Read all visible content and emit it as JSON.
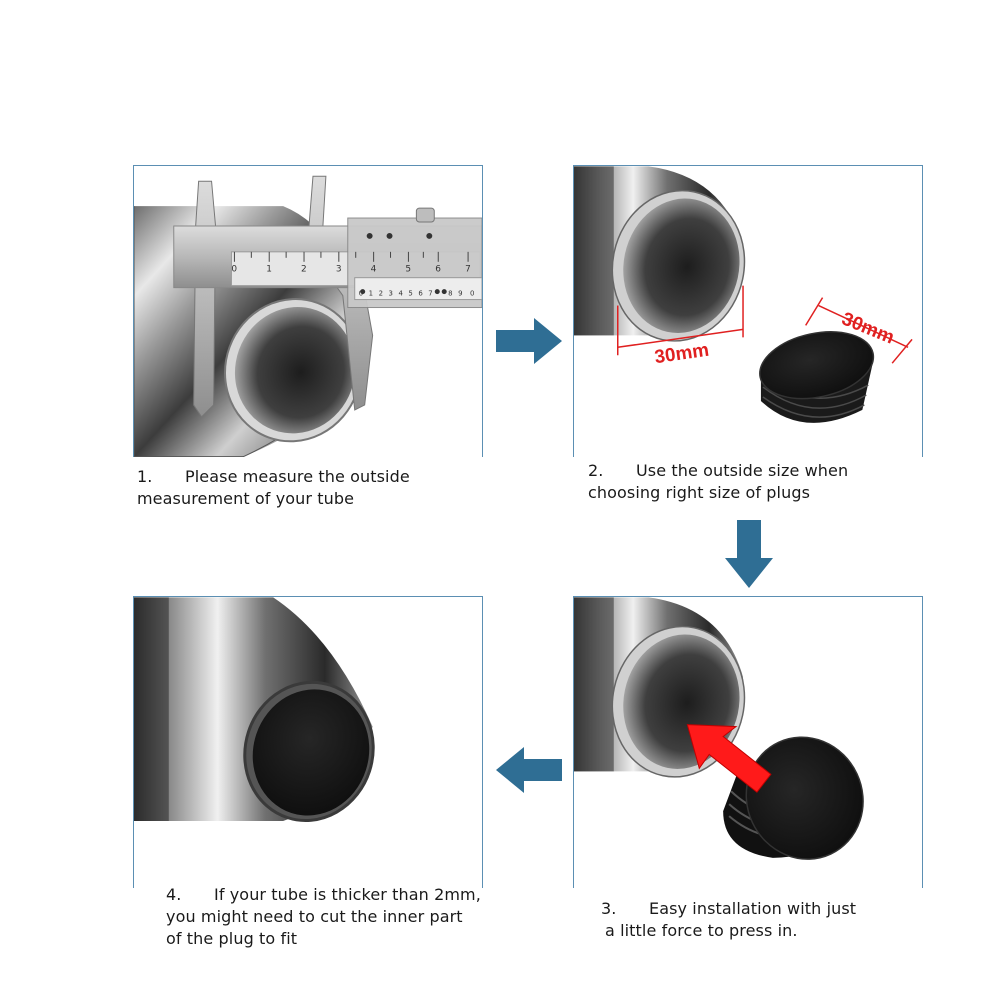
{
  "steps": [
    {
      "number": "1.",
      "line1": "Please measure the outside",
      "line2": "measurement of your tube"
    },
    {
      "number": "2.",
      "line1": "Use the outside size when",
      "line2": "choosing right size of plugs"
    },
    {
      "number": "3.",
      "line1": "Easy installation with just",
      "line2": "a little force to press in."
    },
    {
      "number": "4.",
      "line1": "If your tube is thicker than 2mm,",
      "line2": "you might need to cut the inner part",
      "line3": "of the plug to fit"
    }
  ],
  "dimensions": {
    "tube": "30mm",
    "plug": "30mm"
  },
  "caliper_scale": {
    "main": [
      "0",
      "1",
      "2",
      "3",
      "4",
      "5",
      "6",
      "7"
    ],
    "vernier": [
      "0",
      "1",
      "2",
      "3",
      "4",
      "5",
      "6",
      "7",
      "8",
      "9",
      "0"
    ]
  },
  "colors": {
    "flow_arrow": "#2f6e94",
    "panel_border": "#5b8fb3",
    "dimension": "#e02020",
    "press_arrow": "#ff1a1a"
  },
  "icons": {
    "flow": "blue-arrow",
    "press": "red-arrow"
  }
}
